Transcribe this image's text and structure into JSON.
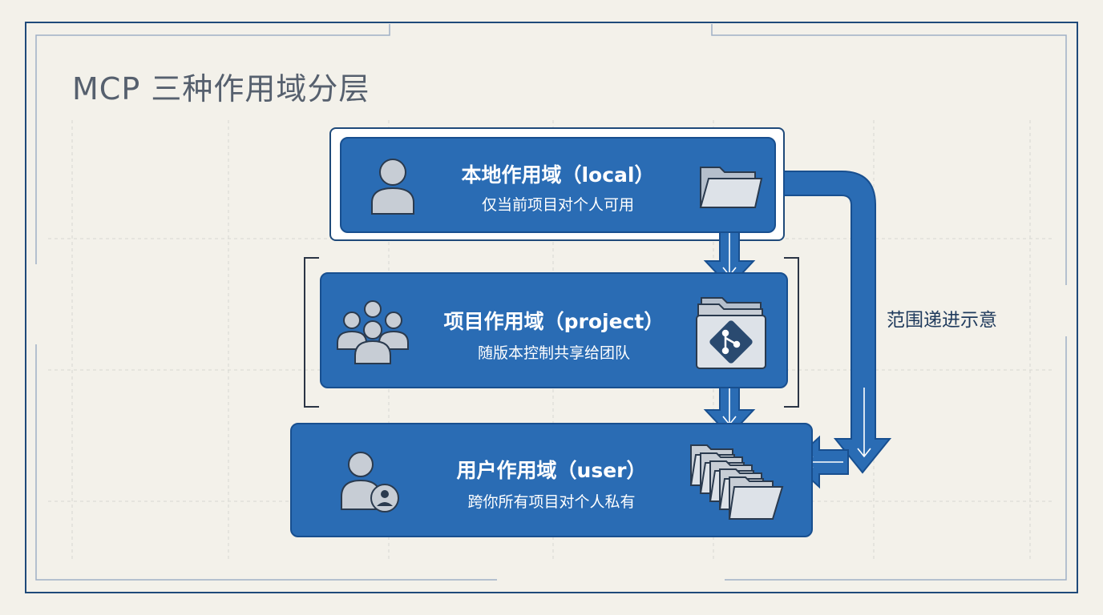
{
  "title": "MCP 三种作用域分层",
  "side_label": "范围递进示意",
  "scopes": [
    {
      "name": "本地作用域（local）",
      "desc": "仅当前项目对个人可用",
      "icon": "person-icon",
      "file_icon": "folder-icon"
    },
    {
      "name": "项目作用域（project）",
      "desc": "随版本控制共享给团队",
      "icon": "team-icon",
      "file_icon": "git-folder-icon"
    },
    {
      "name": "用户作用域（user）",
      "desc": "跨你所有项目对个人私有",
      "icon": "user-profile-icon",
      "file_icon": "stacked-folders-icon"
    }
  ],
  "colors": {
    "card": "#2a6cb4",
    "card_border": "#184f8f",
    "background": "#f3f1ea",
    "frame": "#1f4a7a"
  }
}
